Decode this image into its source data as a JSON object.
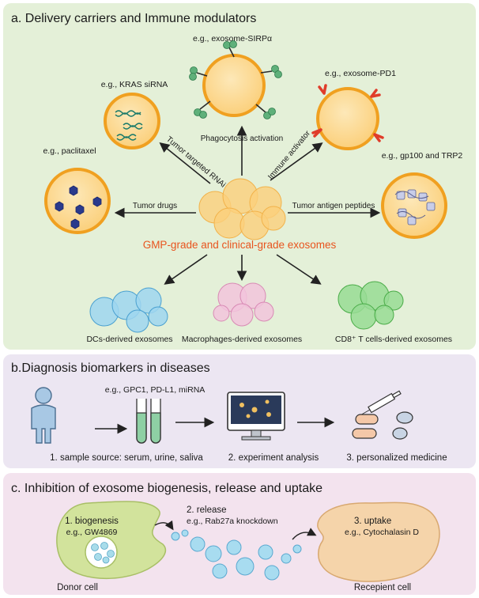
{
  "panel_a": {
    "title": "a. Delivery carriers and Immune modulators",
    "center_label": "GMP-grade and clinical-grade exosomes",
    "carriers": {
      "sirpa": "e.g., exosome-SIRPα",
      "kras": "e.g., KRAS siRNA",
      "pd1": "e.g., exosome-PD1",
      "paclitaxel": "e.g., paclitaxel",
      "gp100": "e.g., gp100 and TRP2"
    },
    "arrows": {
      "phagocytosis": "Phagocytosis activation",
      "rnai": "Tumor targeted RNAi",
      "immune": "Immune activator",
      "drugs": "Tumor drugs",
      "antigen": "Tumor antigen peptides"
    },
    "sources": {
      "dc": "DCs-derived exosomes",
      "macrophage": "Macrophages-derived exosomes",
      "cd8": "CD8⁺ T cells-derived exosomes"
    }
  },
  "panel_b": {
    "title": "b.Diagnosis biomarkers in diseases",
    "markers": "e.g., GPC1, PD-L1, miRNA",
    "step1": "1. sample source: serum, urine, saliva",
    "step2": "2. experiment analysis",
    "step3": "3. personalized medicine"
  },
  "panel_c": {
    "title": "c.  Inhibition of exosome biogenesis, release and uptake",
    "biogenesis": "1. biogenesis",
    "biogenesis_eg": "e.g., GW4869",
    "release": "2. release",
    "release_eg": "e.g., Rab27a knockdown",
    "uptake": "3. uptake",
    "uptake_eg": "e.g., Cytochalasin D",
    "donor": "Donor cell",
    "recipient": "Recepient cell"
  },
  "colors": {
    "panel_a_bg": "#e4f0d8",
    "panel_b_bg": "#ece6f2",
    "panel_c_bg": "#f3e3ee",
    "exosome_fill": "#fbd48a",
    "exosome_ring": "#f0a020",
    "center_label": "#e8541e",
    "dc_blue": "#8fd0ee",
    "macrophage_pink": "#f0bcd8",
    "cd8_green": "#8ed88c",
    "cell_green": "#cfe09a"
  }
}
